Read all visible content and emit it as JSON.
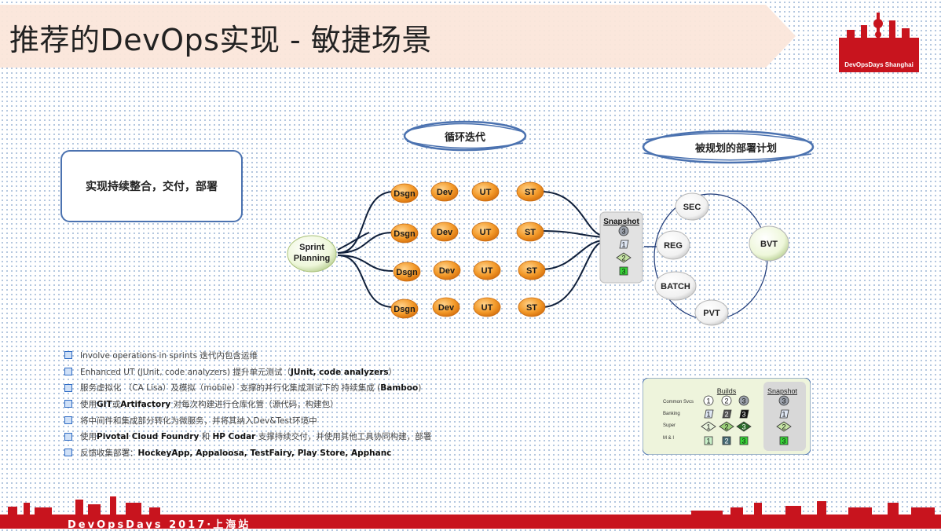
{
  "slide": {
    "title": "推荐的DevOps实现 - 敏捷场景",
    "logo_text": "DevOpsDays Shanghai",
    "left_box": "实现持续整合，交付，部署",
    "footer": "DevOpsDays 2017·上海站"
  },
  "diagram": {
    "banner_iteration": "循环迭代",
    "banner_deploy": "被规划的部署计划",
    "sprint_planning": [
      "Sprint",
      "Planning"
    ],
    "lanes": [
      [
        "Dsgn",
        "Dev",
        "UT",
        "ST"
      ],
      [
        "Dsgn",
        "Dev",
        "UT",
        "ST"
      ],
      [
        "Dsgn",
        "Dev",
        "UT",
        "ST"
      ],
      [
        "Dsgn",
        "Dev",
        "UT",
        "ST"
      ]
    ],
    "snapshot_label": "Snapshot",
    "snapshot_items": [
      "3",
      "1",
      "2",
      "3"
    ],
    "deploy_nodes": [
      "SEC",
      "REG",
      "BATCH",
      "PVT",
      "BVT"
    ]
  },
  "bullets": [
    [
      {
        "t": "Involve operations in sprints 迭代内包含运维"
      }
    ],
    [
      {
        "t": "Enhanced UT (JUnit, code analyzers) 提升单元测试（"
      },
      {
        "t": "JUnit, code analyzers",
        "b": true
      },
      {
        "t": "）"
      }
    ],
    [
      {
        "t": "服务虚拟化 （CA Lisa）及模拟（mobile）支撑的并行化集成测试下的 持续集成 ("
      },
      {
        "t": "Bamboo",
        "b": true
      },
      {
        "t": ")"
      }
    ],
    [
      {
        "t": "使用"
      },
      {
        "t": "GIT",
        "b": true
      },
      {
        "t": "或"
      },
      {
        "t": "Artifactory",
        "b": true
      },
      {
        "t": " 对每次构建进行仓库化管（源代码，构建包）"
      }
    ],
    [
      {
        "t": "将中间件和集成部分转化为微服务，并将其纳入Dev&Test环境中"
      }
    ],
    [
      {
        "t": "使用"
      },
      {
        "t": "Pivotal Cloud Foundry",
        "b": true
      },
      {
        "t": " 和 "
      },
      {
        "t": "HP Codar",
        "b": true
      },
      {
        "t": " 支撑持续交付，并使用其他工具协同构建，部署"
      }
    ],
    [
      {
        "t": "反馈收集部署："
      },
      {
        "t": "HockeyApp, Appaloosa, TestFairy, Play Store, Apphanc",
        "b": true
      }
    ]
  ],
  "legend": {
    "builds_label": "Builds",
    "snapshot_label": "Snapshot",
    "rows": [
      "Common Svcs",
      "Banking",
      "Super",
      "M & I"
    ],
    "builds": [
      [
        "1",
        "2",
        "3"
      ],
      [
        "1",
        "2",
        "3"
      ],
      [
        "1",
        "2",
        "3"
      ],
      [
        "1",
        "2",
        "3"
      ]
    ],
    "snapshot": [
      "3",
      "1",
      "2",
      "3"
    ]
  },
  "colors": {
    "accent_blue": "#4b72b0",
    "node_orange": "#ef8a1f",
    "title_band": "#fbe7dc",
    "footer_red": "#c8141e",
    "legend_green": "#eef4dc",
    "legend_gray": "#d8d8d8"
  }
}
